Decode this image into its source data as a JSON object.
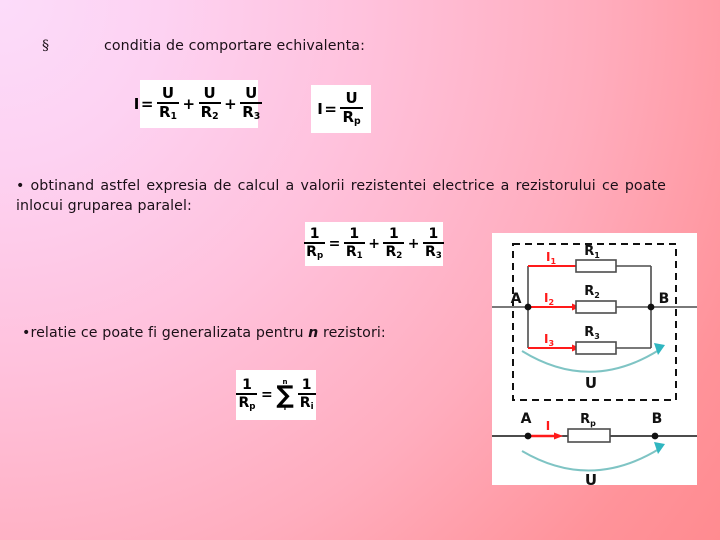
{
  "slide": {
    "background_from": "#fcdcfa",
    "background_to": "#ff8b90",
    "text_color": "#1b1018"
  },
  "body": {
    "bullet1_marker": "§",
    "bullet1_text": "conditia de comportare echivalenta:",
    "bullet2_dot": "•",
    "bullet2_text": "obtinand astfel expresia de calcul a valorii rezistentei electrice a rezistorului ce poate inlocui gruparea paralel:",
    "bullet3_dot": "•",
    "bullet3_text_before": "relatie ce poate fi generalizata pentru ",
    "bullet3_emphasis": "n",
    "bullet3_text_after": " rezistori:"
  },
  "formulas": {
    "f1": {
      "alt": "I = U/R1 + U/R2 + U/R3",
      "lhs": "I",
      "equals": "=",
      "plus": "+",
      "numerator": "U",
      "den1_base": "R",
      "den1_sub": "1",
      "den2_base": "R",
      "den2_sub": "2",
      "den3_base": "R",
      "den3_sub": "3"
    },
    "f2": {
      "alt": "I = U/Rp",
      "lhs": "I",
      "equals": "=",
      "numerator": "U",
      "den_base": "R",
      "den_sub": "p"
    },
    "f3": {
      "alt": "1/Rp = 1/R1 + 1/R2 + 1/R3",
      "numerator": "1",
      "equals": "=",
      "plus": "+",
      "den0_base": "R",
      "den0_sub": "p",
      "den1_base": "R",
      "den1_sub": "1",
      "den2_base": "R",
      "den2_sub": "2",
      "den3_base": "R",
      "den3_sub": "3"
    },
    "f4": {
      "alt": "1/Rp = sum from i to n of 1/Ri",
      "numerator": "1",
      "equals": "=",
      "den0_base": "R",
      "den0_sub": "p",
      "sigma": "∑",
      "sigma_upper": "n",
      "sigma_lower": "i",
      "den_i_base": "R",
      "den_i_sub": "i"
    }
  },
  "circuit": {
    "title_alt": "Parallel resistor grouping and its equivalent resistor",
    "colors": {
      "wire": "#4d4d4d",
      "current": "#ff1a1a",
      "voltage_arc": "#7fc4c4",
      "dashed_box": "#111111",
      "resistor_fill": "#ffffff"
    },
    "top": {
      "node_a": "A",
      "node_b": "B",
      "resistors": [
        "R",
        "R",
        "R"
      ],
      "resistor_subs": [
        "1",
        "2",
        "3"
      ],
      "currents": [
        "I",
        "I",
        "I"
      ],
      "current_subs": [
        "1",
        "2",
        "3"
      ],
      "voltage": "U"
    },
    "bottom": {
      "node_a": "A",
      "node_b": "B",
      "resistor": "R",
      "resistor_sub": "p",
      "current": "I",
      "voltage": "U"
    }
  }
}
